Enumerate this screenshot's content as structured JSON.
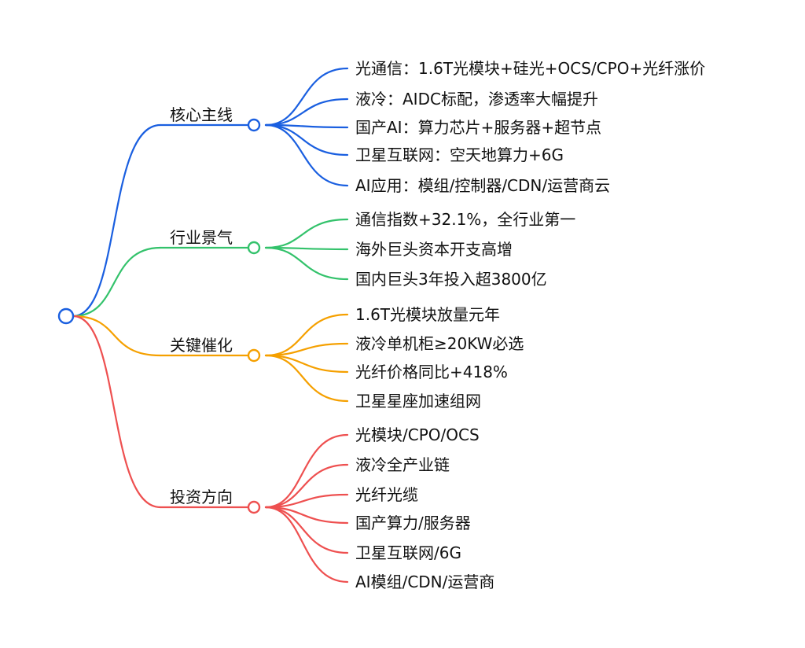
{
  "colors": {
    "root": "#1a5fe0",
    "blue": "#1a5fe0",
    "green": "#33c26b",
    "orange": "#f5a000",
    "red": "#ee5050"
  },
  "branches": [
    {
      "label": "核心主线",
      "color": "#1a5fe0",
      "leaves": [
        "光通信：1.6T光模块+硅光+OCS/CPO+光纤涨价",
        "液冷：AIDC标配，渗透率大幅提升",
        "国产AI：算力芯片+服务器+超节点",
        "卫星互联网：空天地算力+6G",
        "AI应用：模组/控制器/CDN/运营商云"
      ]
    },
    {
      "label": "行业景气",
      "color": "#33c26b",
      "leaves": [
        "通信指数+32.1%，全行业第一",
        "海外巨头资本开支高增",
        "国内巨头3年投入超3800亿"
      ]
    },
    {
      "label": "关键催化",
      "color": "#f5a000",
      "leaves": [
        "1.6T光模块放量元年",
        "液冷单机柜≥20KW必选",
        "光纤价格同比+418%",
        "卫星星座加速组网"
      ]
    },
    {
      "label": "投资方向",
      "color": "#ee5050",
      "leaves": [
        "光模块/CPO/OCS",
        "液冷全产业链",
        "光纤光缆",
        "国产算力/服务器",
        "卫星互联网/6G",
        "AI模组/CDN/运营商"
      ]
    }
  ]
}
